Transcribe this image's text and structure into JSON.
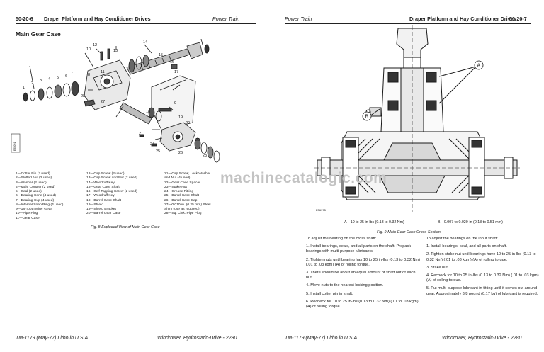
{
  "left_page": {
    "page_number": "50-20-6",
    "header_title": "Draper Platform and Hay Conditioner Drives",
    "header_section": "Power Train",
    "section_title": "Main Gear Case",
    "figure_labels": [
      "1",
      "2",
      "3",
      "4",
      "5",
      "6",
      "7",
      "8",
      "9",
      "10",
      "11",
      "12",
      "13",
      "14",
      "15",
      "16",
      "17",
      "18",
      "19",
      "20",
      "21",
      "22",
      "23",
      "24",
      "25",
      "26",
      "27",
      "28"
    ],
    "figure_stamp": "E35091",
    "legend": {
      "col1": [
        "1—Cotter Pin (2 used)",
        "2—Slotted Nut (2 used)",
        "3—Washer (2 used)",
        "4—Male Coupler (2 used)",
        "5—Seal (2 used)",
        "6—Bearing Cone (4 used)",
        "7—Bearing Cup (4 used)",
        "8—Internal Snap Ring (4 used)",
        "9—18-Tooth Miter Gear",
        "10—Pipe Plug",
        "11—Gear Case"
      ],
      "col2": [
        "12—Cap Screw (2 used)",
        "13—Cap Screw and Nut (2 used)",
        "14—Woodruff Key",
        "15—Gear Case Shaft",
        "16—Self-Tapping Screw (2 used)",
        "17—Woodruff Key",
        "18—Barrel Case Shaft",
        "19—Shield",
        "19—Shield Bracket",
        "20—Barrel Gear Case"
      ],
      "col3": [
        "21—Cap Screw, Lock Washer",
        "and Nut (4 used)",
        "22—Gear Case Spacer",
        "23—Stake Nut",
        "24—Grease Fitting",
        "25—Barrel Case Shaft",
        "26—Barrel Case Cap",
        "27—0.010-in. (0.25 mm) Steel",
        "Shim (use as required)",
        "28—Sq. Cink. Pipe Plug"
      ]
    },
    "caption": "Fig. 8-Exploded View of Main Gear Case",
    "footer_left": "TM-1179 (May-77) Litho in U.S.A.",
    "footer_right": "Windrower, Hydrostatic-Drive - 2280"
  },
  "right_page": {
    "header_section": "Power Train",
    "header_title": "Draper Platform and Hay Conditioner Drives",
    "page_number": "50-20-7",
    "callout_a": "A",
    "callout_b": "B",
    "figure_stamp": "E36975",
    "spec_a": "A—10 to 25 in-lbs (0.13 to 0.32 Nm)",
    "spec_b": "B—0.007 to 0.020-in (0.18 to 0.51 mm)",
    "caption": "Fig. 9-Main Gear Case Cross-Section",
    "left_col": [
      "To adjust the bearing on the cross shaft:",
      "1. Install bearings, seals, and all parts on the shaft. Prepack bearings with multi-purpose lubricants.",
      "2. Tighten nuts until bearing has 10 to 25 in-lbs (0.13 to 0.32 Nm) (.01 to .03 kgm) (A) of rolling torque.",
      "3. There should be about an equal amount of shaft out of each nut.",
      "4. Move nuts to the nearest locking position.",
      "5. Install cotter pin in shaft.",
      "6. Recheck for 10 to 25 in-lbs (0.13 to 0.32 Nm) (.01 to .03 kgm) (A) of rolling torque."
    ],
    "right_col": [
      "To adjust the bearings on the input shaft:",
      "1. Install bearings, seal, and all parts on shaft.",
      "2. Tighten stake nut until bearings have 10 to 25 in-lbs (0.13 to 0.32 Nm) (.01 to .03 kgm) (A) of rolling torque.",
      "3. Stake nut.",
      "4. Recheck for 10 to 25 in-lbs (0.13 to 0.32 Nm) (.01 to .03 kgm) (A) of rolling torque.",
      "5. Put multi-purpose lubricant in fitting until it comes out around gear. Approximately 3/8 pound (0.17 kg) of lubricant is required."
    ],
    "footer_left": "TM-1179 (May-77) Litho in U.S.A.",
    "footer_right": "Windrower, Hydrostatic-Drive - 2280"
  },
  "watermark": "machinecatalogic.com"
}
